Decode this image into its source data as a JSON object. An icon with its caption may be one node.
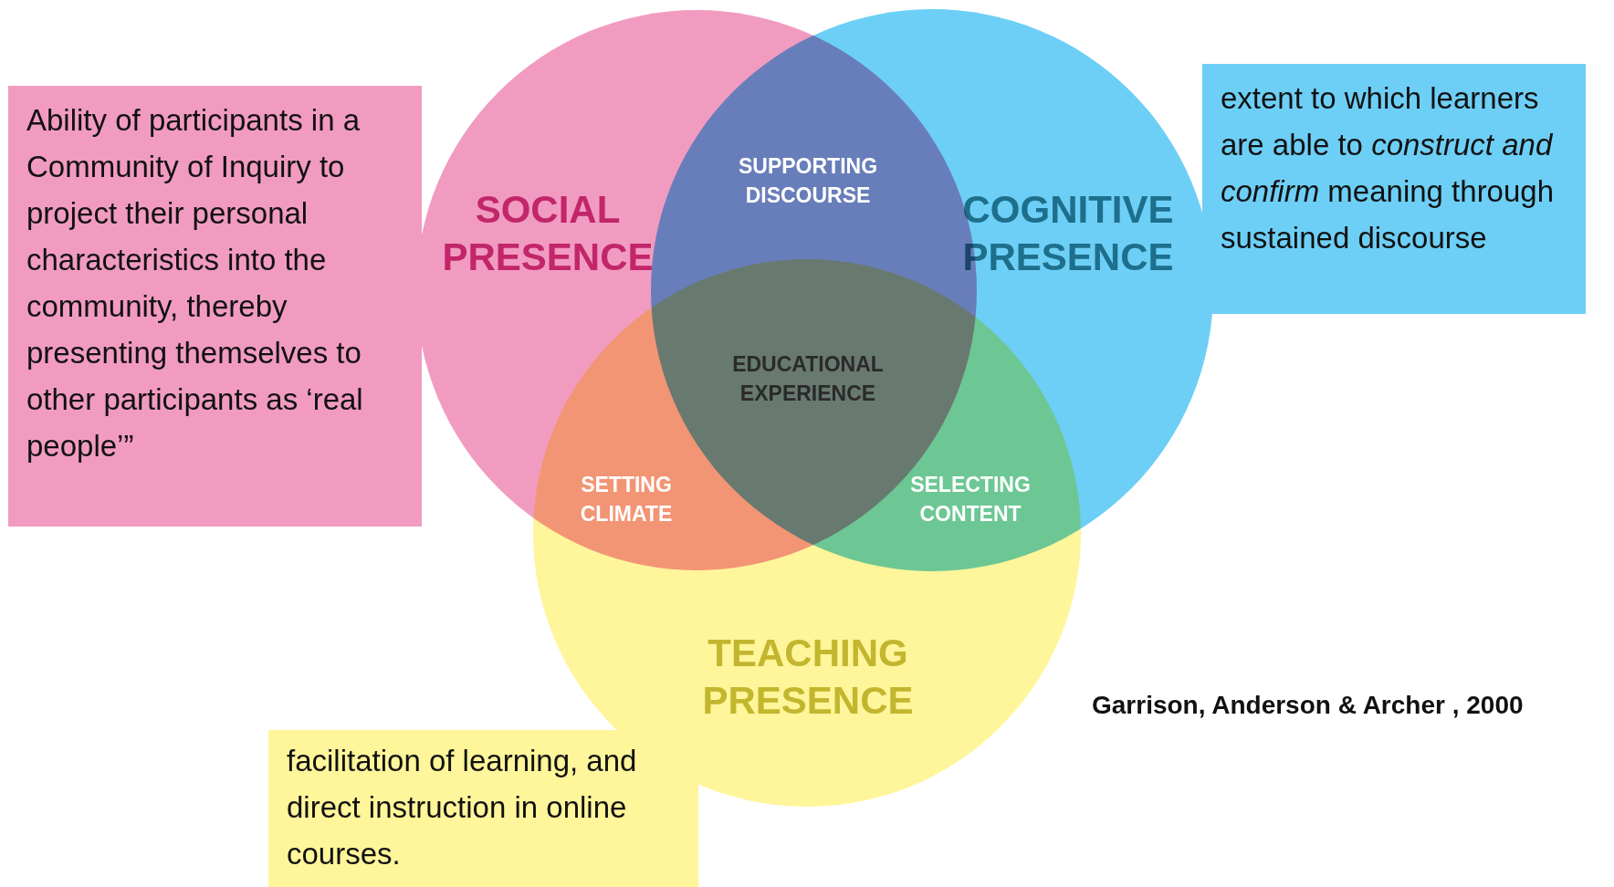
{
  "diagram": {
    "nodes": [
      {
        "text": [
          "SOCIAL PRESENCE"
        ]
      },
      {
        "text": [
          "COGNITIVE PRESENCE"
        ]
      },
      {
        "text": [
          "TEACHING PRESENCE"
        ]
      },
      {
        "text": [
          "Ability of participants in a Community of Inquiry to project  their personal characteristics into the community, thereby presenting themselves to other participants as ‘real people’”"
        ]
      },
      {
        "text": [
          "extent to which learners are able to *construct and confirm* meaning through sustained discourse"
        ]
      },
      {
        "text": [
          "facilitation of learning, and direct instruction in online courses."
        ]
      }
    ],
    "edges": [],
    "labels": [
      "SUPPORTING DISCOURSE",
      "EDUCATIONAL EXPERIENCE",
      "SETTING CLIMATE",
      "SELECTING CONTENT",
      "Garrison, Anderson & Archer , 2000"
    ]
  }
}
